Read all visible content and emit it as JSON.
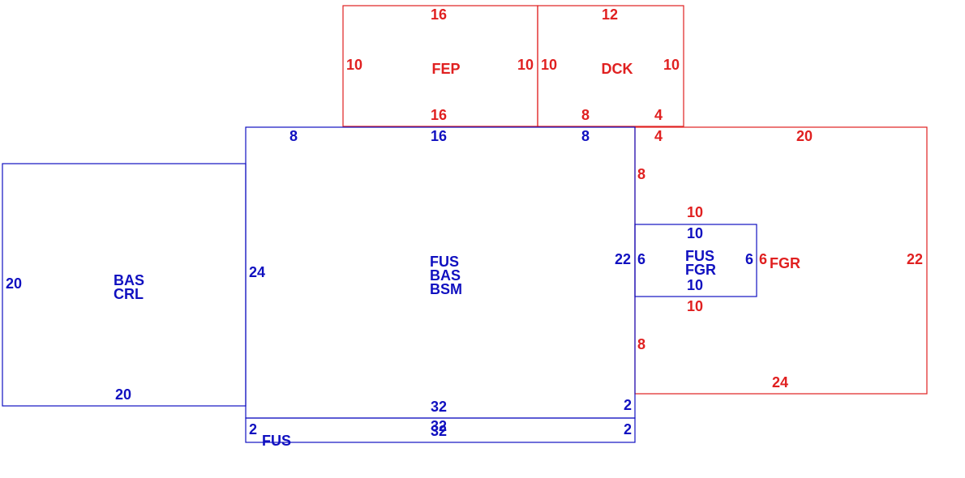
{
  "colors": {
    "red": "#e02020",
    "blue": "#1010c0"
  },
  "areas": {
    "fep": {
      "code": "FEP",
      "top": "16",
      "left": "10",
      "right": "10",
      "bottom": "16"
    },
    "dck": {
      "code": "DCK",
      "top": "12",
      "left": "10",
      "right": "10",
      "bottom_left": "8",
      "bottom_right": "4"
    },
    "main": {
      "codes": [
        "FUS",
        "BAS",
        "BSM"
      ],
      "top_left": "8",
      "top_center": "16",
      "top_right": "8",
      "left": "24",
      "right": "22",
      "bottom": "32",
      "bottom_right_step": "2"
    },
    "bas_crl": {
      "codes": [
        "BAS",
        "CRL"
      ],
      "left": "20",
      "bottom": "20"
    },
    "fus_strip": {
      "code": "FUS",
      "top": "32",
      "bottom": "32",
      "left": "2",
      "right": "2"
    },
    "fgr": {
      "code": "FGR",
      "top_left": "4",
      "top": "20",
      "right": "22",
      "bottom": "24",
      "left_upper": "8",
      "left_lower": "8",
      "notch_top": "10",
      "notch_bottom": "10",
      "notch_right": "6"
    },
    "fus_fgr": {
      "codes": [
        "FUS",
        "FGR"
      ],
      "top": "10",
      "bottom": "10",
      "left": "6",
      "right": "6"
    }
  }
}
